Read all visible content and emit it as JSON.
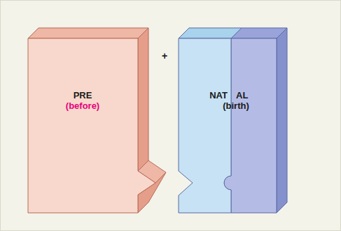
{
  "diagram": {
    "nodes": [
      {
        "text": [
          "PRE",
          "(before)"
        ]
      },
      {
        "text": [
          "NAT",
          "AL",
          "(birth)"
        ]
      }
    ],
    "labels": [
      "+"
    ]
  }
}
